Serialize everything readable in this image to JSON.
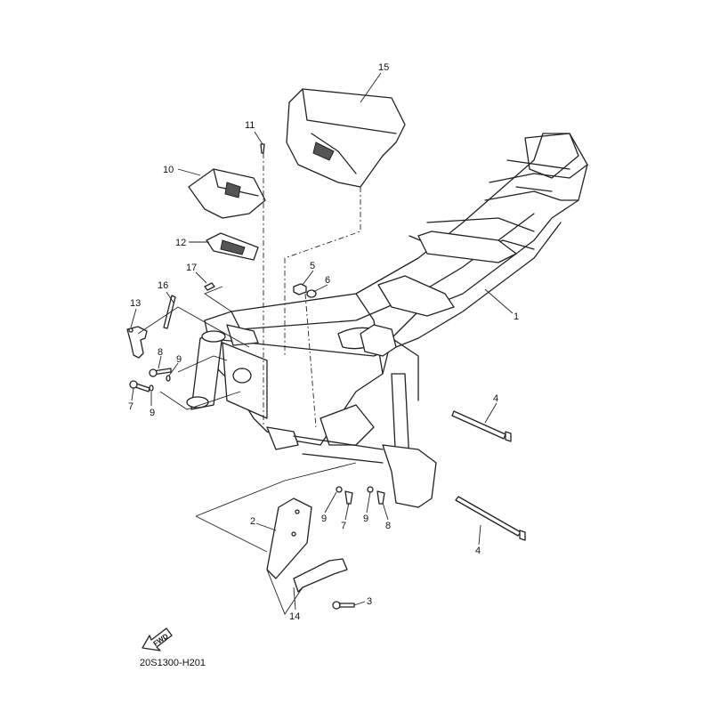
{
  "diagram": {
    "drawing_code": "20S1300-H201",
    "fwd_label": "FWD",
    "callouts": [
      "1",
      "2",
      "3",
      "4",
      "4",
      "5",
      "6",
      "7",
      "7",
      "8",
      "8",
      "9",
      "9",
      "9",
      "9",
      "10",
      "11",
      "12",
      "13",
      "14",
      "15",
      "16",
      "17"
    ]
  }
}
